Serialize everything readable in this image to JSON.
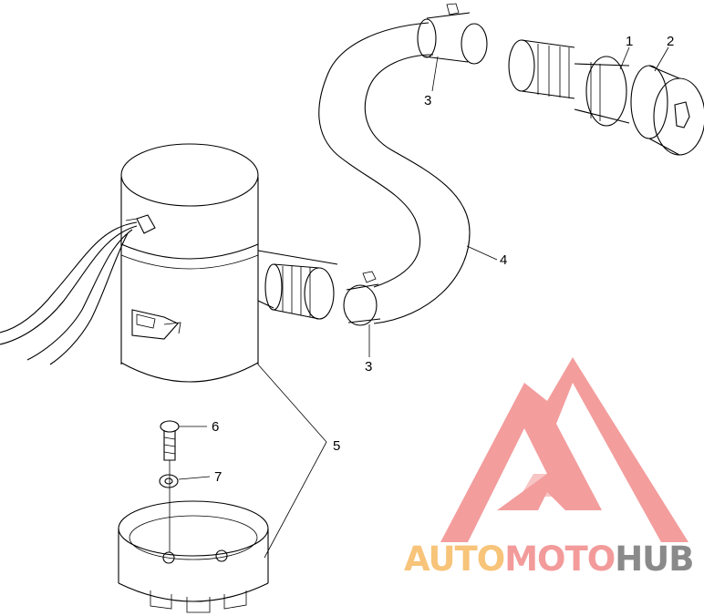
{
  "callouts": [
    "1",
    "2",
    "3",
    "3",
    "4",
    "5",
    "6",
    "7"
  ],
  "watermark": {
    "part1": "AUTO",
    "part2": "MOTO",
    "part3": "HUB",
    "color_auto": "#f7c47a",
    "color_moto": "#f39b9b",
    "color_hub": "#8a8a8a",
    "color_logo": "#f28c8c"
  }
}
